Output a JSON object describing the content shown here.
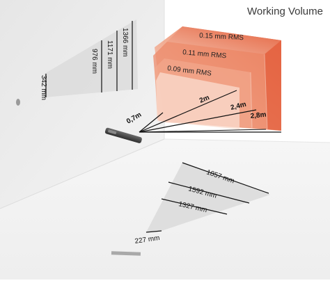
{
  "title": "Working Volume",
  "colors": {
    "volume_near": "#f8d5c6",
    "volume_mid": "#ef9a7c",
    "volume_far": "#e4603c",
    "floor": "#f1f1f1",
    "wall": "#ededed",
    "cone": "#dcdcdc"
  },
  "accuracy_labels": [
    "0.15 mm RMS",
    "0.11 mm RMS",
    "0.09 mm RMS"
  ],
  "distance_labels": [
    "0,7m",
    "2m",
    "2,4m",
    "2,8m"
  ],
  "vertical_labels": [
    "342 mm",
    "976 mm",
    "1171 mm",
    "1366 mm"
  ],
  "horizontal_labels": [
    "1857 mm",
    "1592 mm",
    "1327 mm",
    "227 mm"
  ]
}
